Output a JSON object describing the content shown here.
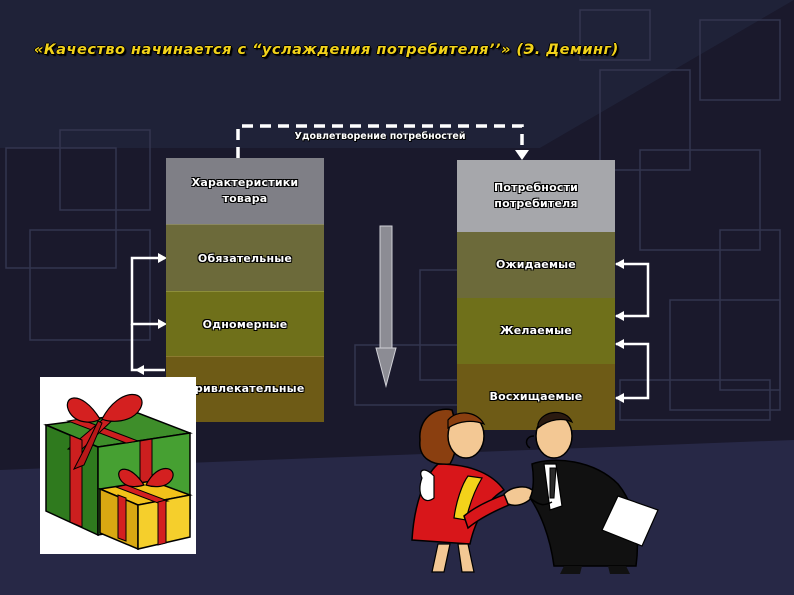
{
  "title": "«Качество начинается с “услаждения потребителя’’» (Э. Деминг)",
  "satisfaction_label": "Удовлетворение потребностей",
  "product_column": {
    "header": "Характеристики товара",
    "rows": [
      "Обязательные",
      "Одномерные",
      "Привлекательные"
    ]
  },
  "needs_column": {
    "header": "Потребности потребителя",
    "rows": [
      "Ожидаемые",
      "Желаемые",
      "Восхищаемые"
    ]
  },
  "colors": {
    "background": "#1b1a2e",
    "title": "#f2d21a",
    "header": "#7f7f86",
    "row1": "#6c6a3a",
    "row2": "#6f701a",
    "row3": "#6e5b16"
  },
  "illustrations": [
    "gift-boxes",
    "business-handshake"
  ]
}
